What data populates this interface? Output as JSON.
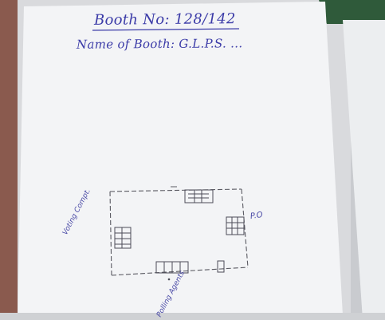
{
  "photo": {
    "subject": "handwritten polling booth sketch on white paper",
    "header": {
      "booth_label": "Booth No:",
      "booth_number": "128/142",
      "name_label": "Name of Booth:",
      "name_value": "G.L.P.S. ..."
    },
    "diagram": {
      "labels": {
        "right": "P.O",
        "left": "Voting Compt.",
        "bottom": "Polling Agents"
      }
    }
  },
  "colors": {
    "paper": "#f3f4f6",
    "ink": "#3c3ca8",
    "pencil": "#5a5a62",
    "table_bg": "#8a5a4e",
    "background_green": "#2f5a3a"
  }
}
